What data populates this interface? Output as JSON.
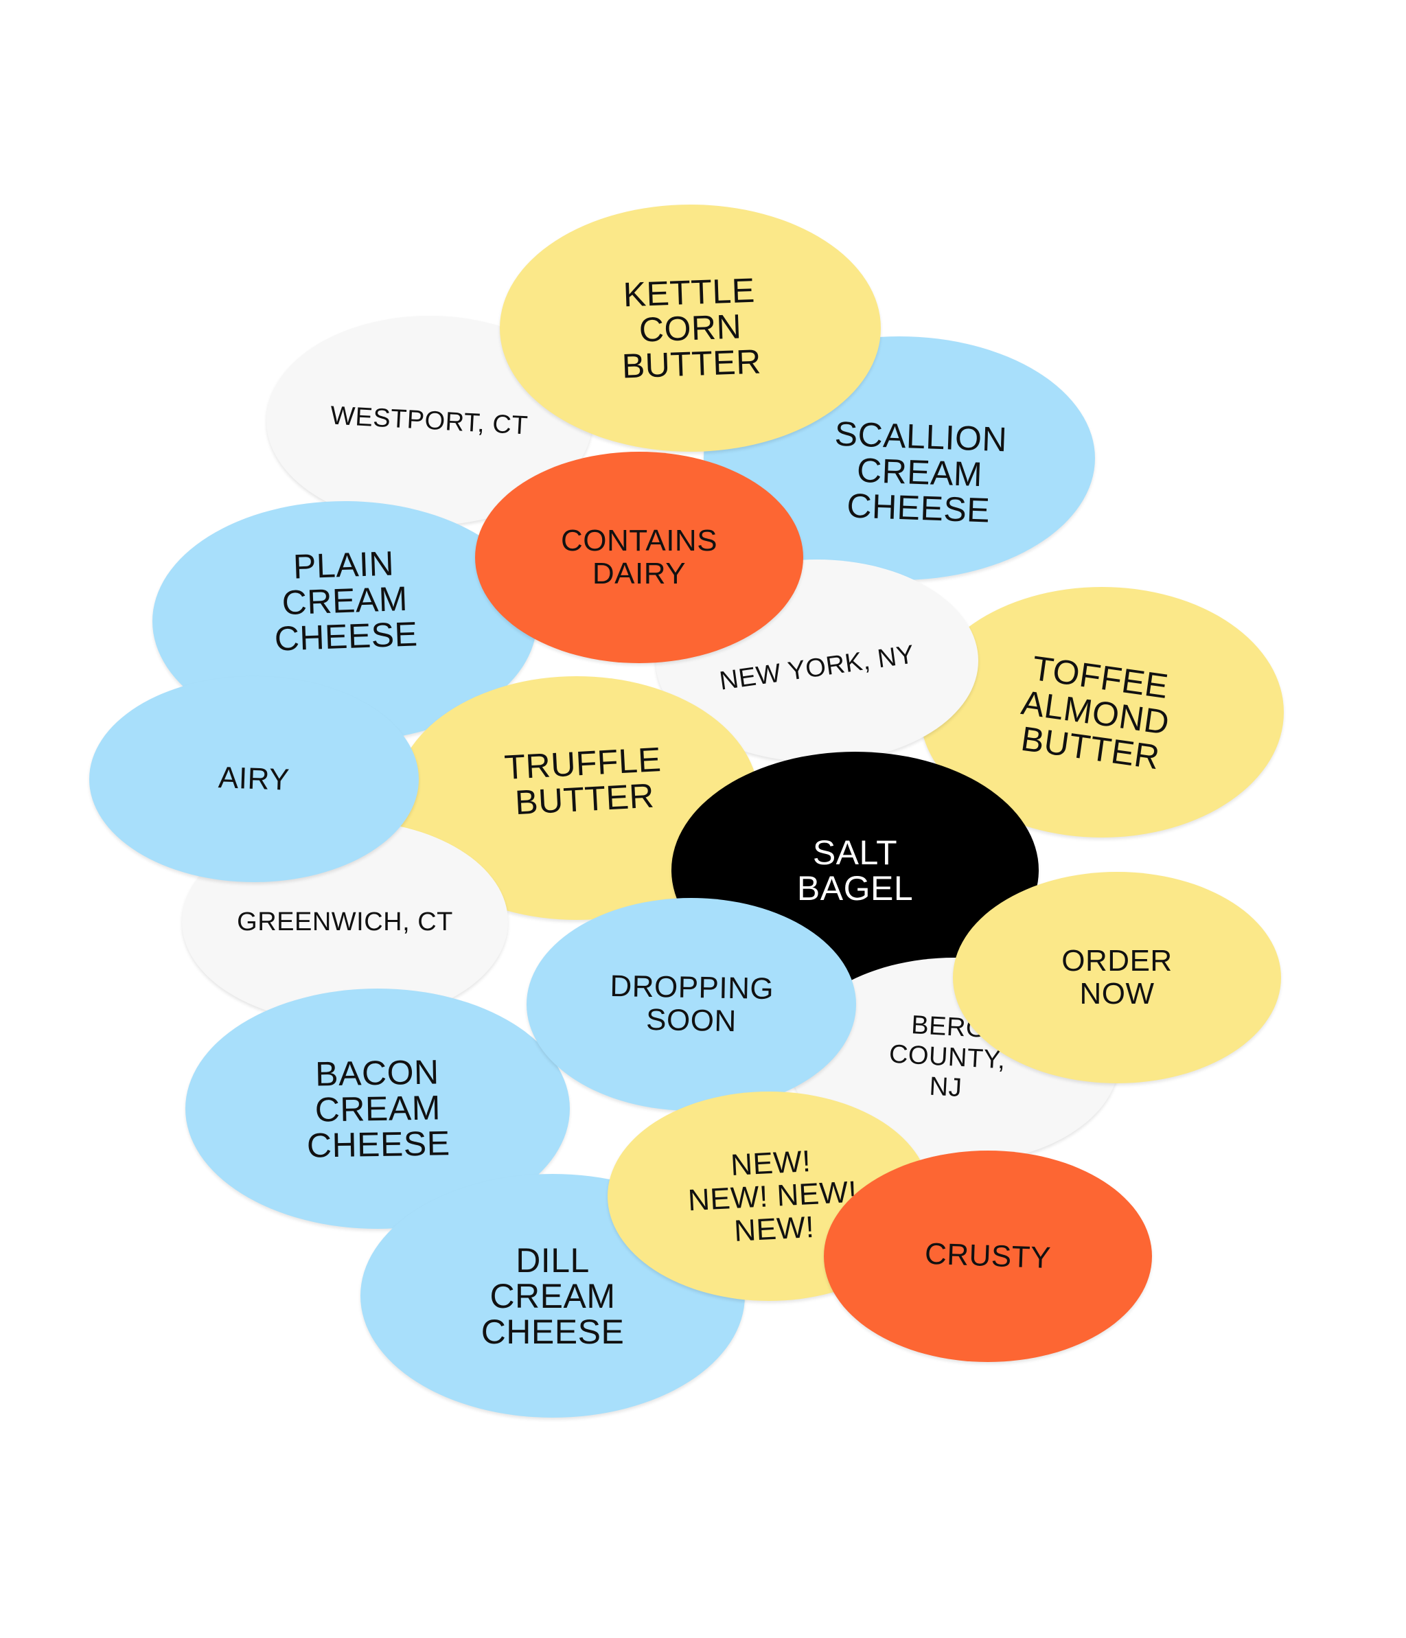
{
  "stickers": {
    "westport": "WESTPORT, CT",
    "kettle_corn_butter": "KETTLE\nCORN\nBUTTER",
    "scallion_cream_cheese": "SCALLION\nCREAM\nCHEESE",
    "plain_cream_cheese": "PLAIN\nCREAM\nCHEESE",
    "contains_dairy": "CONTAINS\nDAIRY",
    "new_york": "NEW YORK, NY",
    "toffee_almond_butter": "TOFFEE\nALMOND\nBUTTER",
    "airy": "AIRY",
    "truffle_butter": "TRUFFLE\nBUTTER",
    "salt_bagel": "SALT\nBAGEL",
    "greenwich": "GREENWICH, CT",
    "order_now": "ORDER\nNOW",
    "bergen_county": "BERG\nCOUNTY,\nNJ",
    "dropping_soon": "DROPPING\nSOON",
    "bacon_cream_cheese": "BACON\nCREAM\nCHEESE",
    "dill_cream_cheese": "DILL\nCREAM\nCHEESE",
    "new_new_new": "NEW!\nNEW! NEW!\nNEW!",
    "crusty": "CRUSTY"
  },
  "colors": {
    "yellow": "#fbe889",
    "blue": "#a8dffb",
    "white": "#f7f7f7",
    "orange": "#fd6633",
    "black": "#000000"
  }
}
